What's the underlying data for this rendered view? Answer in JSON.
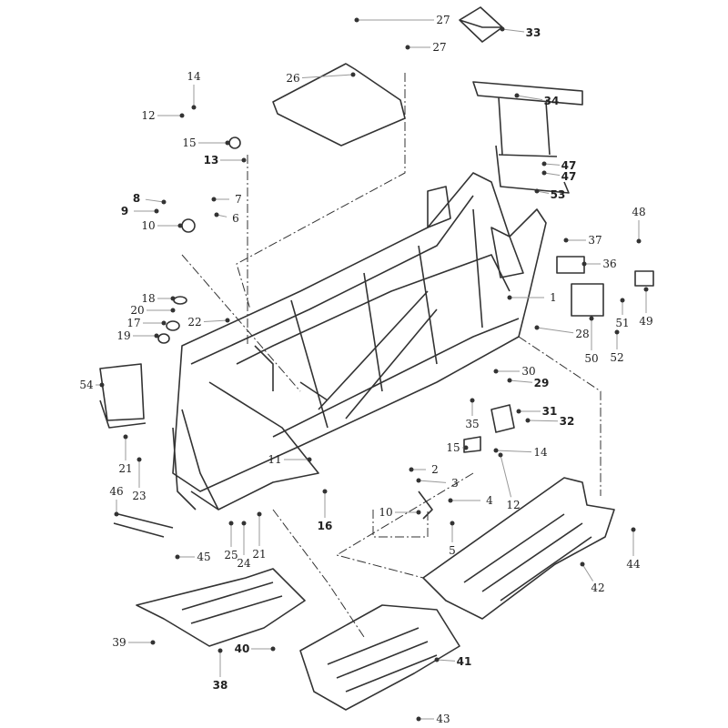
{
  "diagram": {
    "type": "exploded parts diagram - vehicle frame",
    "callouts": [
      "27",
      "27",
      "33",
      "26",
      "14",
      "12",
      "15",
      "13",
      "34",
      "47",
      "47",
      "53",
      "8",
      "9",
      "7",
      "10",
      "6",
      "48",
      "37",
      "36",
      "1",
      "18",
      "20",
      "17",
      "22",
      "19",
      "28",
      "49",
      "51",
      "52",
      "50",
      "54",
      "30",
      "29",
      "31",
      "32",
      "35",
      "15",
      "14",
      "21",
      "11",
      "2",
      "3",
      "23",
      "46",
      "12",
      "10",
      "4",
      "5",
      "16",
      "25",
      "24",
      "21",
      "45",
      "44",
      "42",
      "39",
      "40",
      "38",
      "41",
      "43"
    ]
  }
}
